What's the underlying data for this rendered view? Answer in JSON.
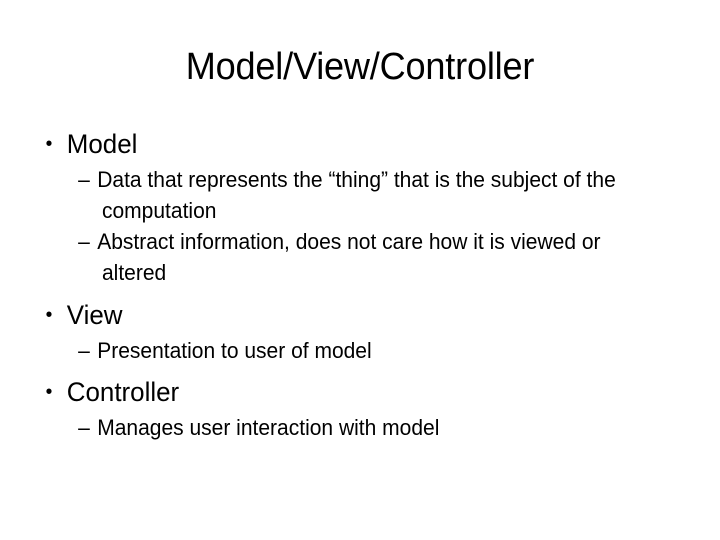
{
  "slide": {
    "title": "Model/View/Controller",
    "background_color": "#ffffff",
    "text_color": "#000000",
    "bullet_glyph": "•",
    "dash_glyph": "–",
    "sections": [
      {
        "heading": "Model",
        "subpoints": [
          "Data that represents the “thing” that is the subject of the computation",
          "Abstract information, does not care how it is viewed or altered"
        ]
      },
      {
        "heading": "View",
        "subpoints": [
          "Presentation to user of model"
        ]
      },
      {
        "heading": "Controller",
        "subpoints": [
          "Manages user interaction with model"
        ]
      }
    ]
  }
}
